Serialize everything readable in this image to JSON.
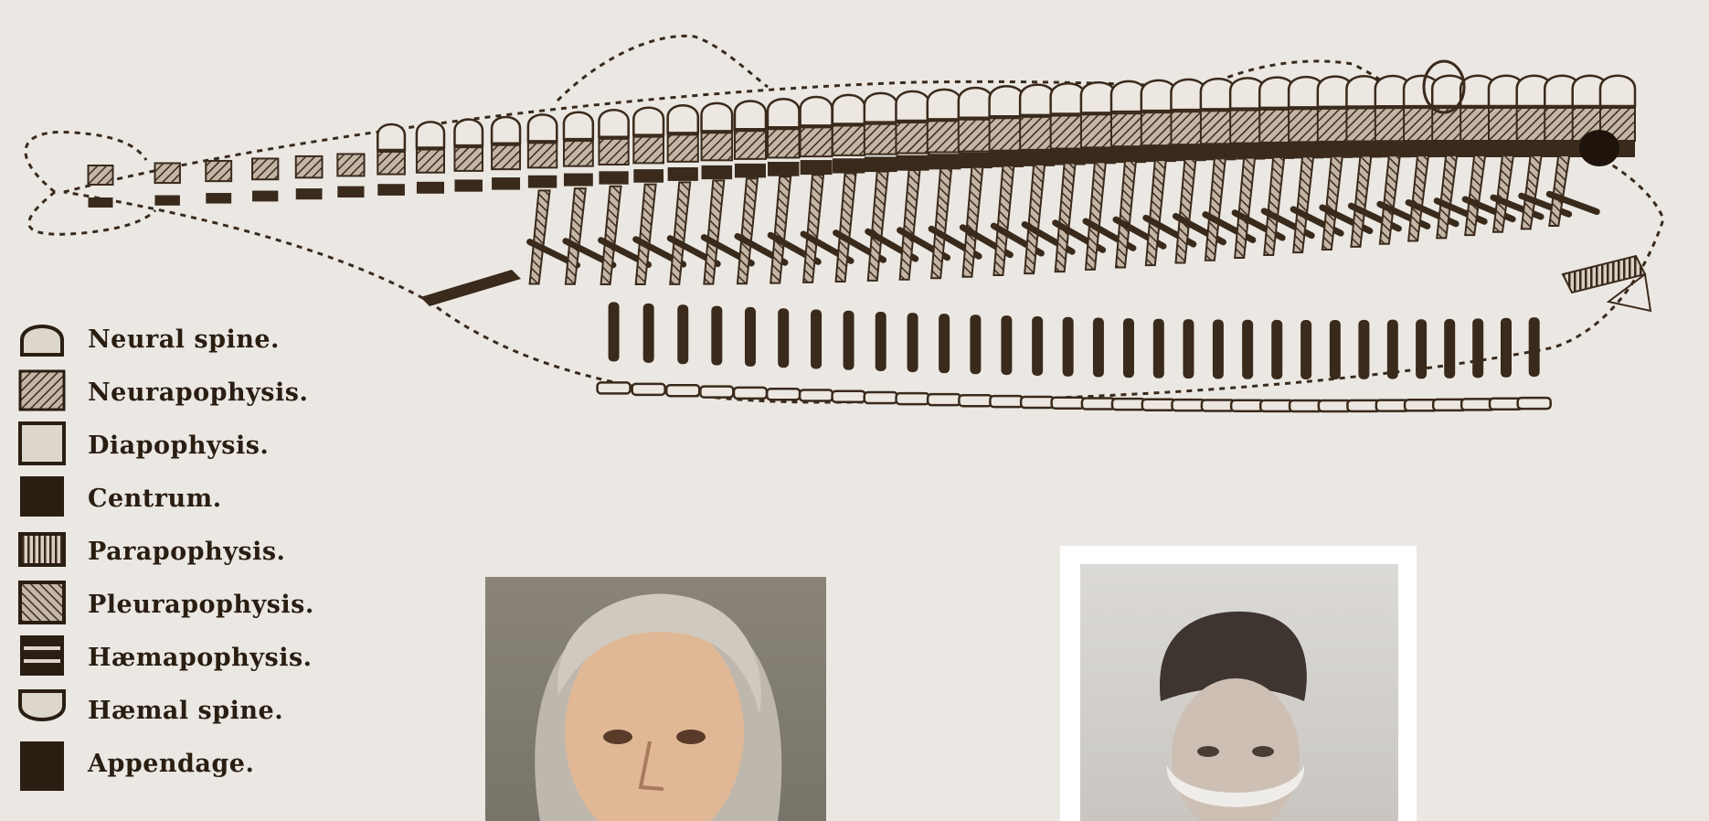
{
  "legend": {
    "items": [
      {
        "key": "neural-spine",
        "label": "Neural spine."
      },
      {
        "key": "neurapophysis",
        "label": "Neurapophysis."
      },
      {
        "key": "diapophysis",
        "label": "Diapophysis."
      },
      {
        "key": "centrum",
        "label": "Centrum."
      },
      {
        "key": "parapophysis",
        "label": "Parapophysis."
      },
      {
        "key": "pleurapophysis",
        "label": "Pleurapophysis."
      },
      {
        "key": "haemapophysis",
        "label": "Hæmapophysis."
      },
      {
        "key": "haemal-spine",
        "label": "Hæmal spine."
      },
      {
        "key": "appendage",
        "label": "Appendage."
      }
    ]
  },
  "colors": {
    "background": "#ebe8e3",
    "ink": "#3a2a1c",
    "ink_dark": "#2a1d12",
    "hatch": "#6b5442"
  },
  "portraits": [
    {
      "key": "left",
      "icon": "painted-portrait-elderly-man"
    },
    {
      "key": "right",
      "icon": "photo-portrait-bearded-man-with-cap"
    }
  ]
}
